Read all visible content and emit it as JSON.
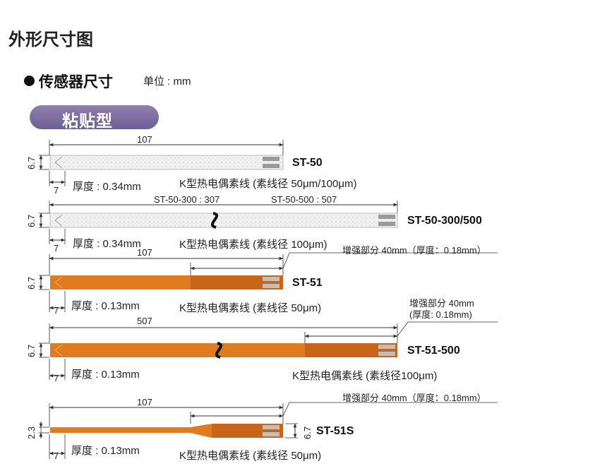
{
  "page_title": "外形尺寸图",
  "section_title": "传感器尺寸",
  "unit_label": "单位 : mm",
  "category_label": "粘贴型",
  "sensors": [
    {
      "name": "ST-50",
      "length_labels": [
        "107"
      ],
      "width_label": "6.7",
      "tab_label": "7",
      "thickness": "厚度 : 0.34mm",
      "wire": "K型热电偶素线 (素线径 50μm/100μm)",
      "color": "#e9e9e9"
    },
    {
      "name": "ST-50-300/500",
      "length_labels": [
        "ST-50-300 : 307",
        "ST-50-500 : 507"
      ],
      "width_label": "6.7",
      "tab_label": "7",
      "thickness": "厚度 : 0.34mm",
      "wire": "K型热电偶素线 (素线径 100μm)",
      "color": "#e9e9e9"
    },
    {
      "name": "ST-51",
      "length_labels": [
        "107"
      ],
      "width_label": "6.7",
      "tab_label": "7",
      "thickness": "厚度 : 0.13mm",
      "wire": "K型热电偶素线 (素线径 50μm)",
      "reinforce": "增强部分 40mm（厚度：0.18mm）",
      "color": "#e07b1f"
    },
    {
      "name": "ST-51-500",
      "length_labels": [
        "507"
      ],
      "width_label": "6.7",
      "tab_label": "7",
      "thickness": "厚度 : 0.13mm",
      "wire": "K型热电偶素线 (素线径100μm)",
      "reinforce_lines": [
        "增强部分 40mm",
        "(厚度: 0.18mm)"
      ],
      "color": "#e07b1f"
    },
    {
      "name": "ST-51S",
      "length_labels": [
        "107"
      ],
      "width_label": "2.3",
      "width_label_2": "6.7",
      "tab_label": "7",
      "thickness": "厚度 : 0.13mm",
      "wire": "K型热电偶素线 (素线径 50μm)",
      "reinforce": "增强部分 40mm（厚度：0.18mm）",
      "color": "#e07b1f"
    }
  ]
}
